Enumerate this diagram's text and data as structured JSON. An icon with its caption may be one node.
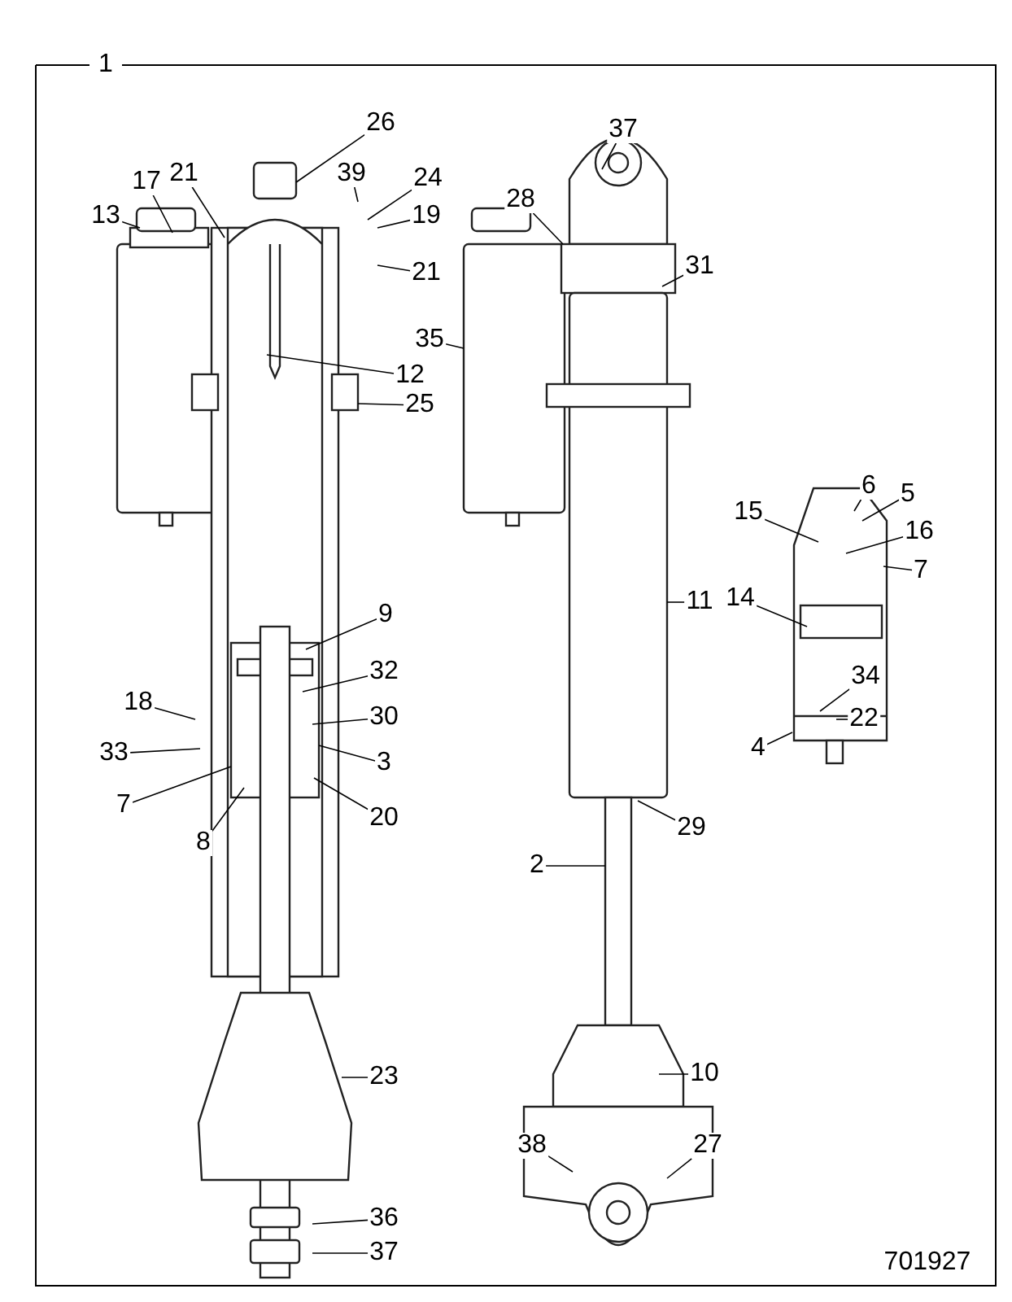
{
  "diagram": {
    "nodes": [
      {
        "text": [
          "1"
        ]
      },
      {
        "text": [
          "26"
        ]
      },
      {
        "text": [
          "37"
        ]
      },
      {
        "text": [
          "21"
        ]
      },
      {
        "text": [
          "39"
        ]
      },
      {
        "text": [
          "24"
        ]
      },
      {
        "text": [
          "17"
        ]
      },
      {
        "text": [
          "13"
        ]
      },
      {
        "text": [
          "28"
        ]
      },
      {
        "text": [
          "19"
        ]
      },
      {
        "text": [
          "21"
        ]
      },
      {
        "text": [
          "31"
        ]
      },
      {
        "text": [
          "35"
        ]
      },
      {
        "text": [
          "12"
        ]
      },
      {
        "text": [
          "25"
        ]
      },
      {
        "text": [
          "6"
        ]
      },
      {
        "text": [
          "5"
        ]
      },
      {
        "text": [
          "15"
        ]
      },
      {
        "text": [
          "16"
        ]
      },
      {
        "text": [
          "7"
        ]
      },
      {
        "text": [
          "14"
        ]
      },
      {
        "text": [
          "11"
        ]
      },
      {
        "text": [
          "9"
        ]
      },
      {
        "text": [
          "32"
        ]
      },
      {
        "text": [
          "18"
        ]
      },
      {
        "text": [
          "30"
        ]
      },
      {
        "text": [
          "33"
        ]
      },
      {
        "text": [
          "3"
        ]
      },
      {
        "text": [
          "34"
        ]
      },
      {
        "text": [
          "22"
        ]
      },
      {
        "text": [
          "4"
        ]
      },
      {
        "text": [
          "7"
        ]
      },
      {
        "text": [
          "8"
        ]
      },
      {
        "text": [
          "20"
        ]
      },
      {
        "text": [
          "29"
        ]
      },
      {
        "text": [
          "2"
        ]
      },
      {
        "text": [
          "10"
        ]
      },
      {
        "text": [
          "23"
        ]
      },
      {
        "text": [
          "27"
        ]
      },
      {
        "text": [
          "38"
        ]
      },
      {
        "text": [
          "36"
        ]
      },
      {
        "text": [
          "37"
        ]
      }
    ],
    "edges": [
      {
        "from": 1,
        "to": null,
        "arrow": "none"
      },
      {
        "from": 2,
        "to": null,
        "arrow": "none"
      },
      {
        "from": 3,
        "to": null,
        "arrow": "none"
      },
      {
        "from": 4,
        "to": null,
        "arrow": "none"
      },
      {
        "from": 5,
        "to": null,
        "arrow": "none"
      },
      {
        "from": 6,
        "to": null,
        "arrow": "none"
      },
      {
        "from": 7,
        "to": null,
        "arrow": "none"
      },
      {
        "from": 8,
        "to": null,
        "arrow": "none"
      },
      {
        "from": 9,
        "to": null,
        "arrow": "none"
      },
      {
        "from": 10,
        "to": null,
        "arrow": "none"
      },
      {
        "from": 11,
        "to": null,
        "arrow": "none"
      },
      {
        "from": 12,
        "to": null,
        "arrow": "none"
      },
      {
        "from": 13,
        "to": null,
        "arrow": "none"
      },
      {
        "from": 14,
        "to": null,
        "arrow": "none"
      },
      {
        "from": 15,
        "to": null,
        "arrow": "none"
      },
      {
        "from": 16,
        "to": null,
        "arrow": "none"
      },
      {
        "from": 17,
        "to": null,
        "arrow": "none"
      },
      {
        "from": 18,
        "to": null,
        "arrow": "none"
      },
      {
        "from": 19,
        "to": null,
        "arrow": "none"
      },
      {
        "from": 20,
        "to": null,
        "arrow": "none"
      },
      {
        "from": 21,
        "to": null,
        "arrow": "none"
      },
      {
        "from": 22,
        "to": null,
        "arrow": "none"
      },
      {
        "from": 23,
        "to": null,
        "arrow": "none"
      },
      {
        "from": 24,
        "to": null,
        "arrow": "none"
      },
      {
        "from": 25,
        "to": null,
        "arrow": "none"
      },
      {
        "from": 26,
        "to": null,
        "arrow": "none"
      },
      {
        "from": 27,
        "to": null,
        "arrow": "none"
      },
      {
        "from": 28,
        "to": null,
        "arrow": "none"
      },
      {
        "from": 29,
        "to": null,
        "arrow": "none"
      },
      {
        "from": 30,
        "to": null,
        "arrow": "none"
      },
      {
        "from": 31,
        "to": null,
        "arrow": "none"
      },
      {
        "from": 32,
        "to": null,
        "arrow": "none"
      },
      {
        "from": 33,
        "to": null,
        "arrow": "none"
      },
      {
        "from": 34,
        "to": null,
        "arrow": "none"
      },
      {
        "from": 35,
        "to": null,
        "arrow": "none"
      },
      {
        "from": 36,
        "to": null,
        "arrow": "none"
      },
      {
        "from": 37,
        "to": null,
        "arrow": "none"
      },
      {
        "from": 38,
        "to": null,
        "arrow": "none"
      },
      {
        "from": 39,
        "to": null,
        "arrow": "none"
      },
      {
        "from": 40,
        "to": null,
        "arrow": "none"
      },
      {
        "from": 41,
        "to": null,
        "arrow": "none"
      }
    ],
    "labels": [
      "701927"
    ]
  }
}
